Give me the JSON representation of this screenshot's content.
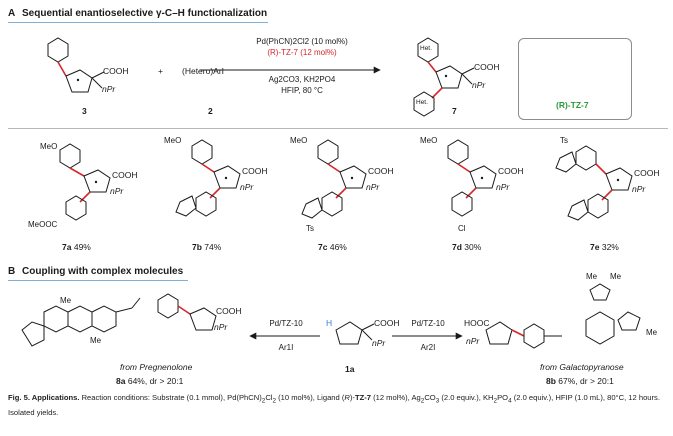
{
  "section_a": {
    "letter": "A",
    "title": "Sequential enantioselective γ-C–H functionalization"
  },
  "section_b": {
    "letter": "B",
    "title": "Coupling with complex molecules"
  },
  "scheme_a": {
    "sm_label": "3",
    "plus": "+",
    "reagent": "(Hetero)ArI",
    "reagent_label": "2",
    "conditions": [
      "Pd(PhCN)2Cl2 (10 mol%)",
      "(R)-TZ-7 (12 mol%)",
      "Ag2CO3, KH2PO4",
      "HFIP, 80 °C"
    ],
    "product_label": "7",
    "ligand_label": "(R)-TZ-7",
    "het_label": "Het.",
    "cooh": "COOH",
    "npr": "nPr"
  },
  "products": [
    {
      "id": "7a",
      "yield": "49%"
    },
    {
      "id": "7b",
      "yield": "74%"
    },
    {
      "id": "7c",
      "yield": "46%"
    },
    {
      "id": "7d",
      "yield": "30%"
    },
    {
      "id": "7e",
      "yield": "32%"
    }
  ],
  "substituents": {
    "meo": "MeO",
    "meooc": "MeOOC",
    "ts": "Ts",
    "cl": "Cl"
  },
  "scheme_b": {
    "center_label": "1a",
    "left_conditions": [
      "Pd/TZ-10",
      "Ar1I"
    ],
    "right_conditions": [
      "Pd/TZ-10",
      "Ar2I"
    ],
    "left_product": {
      "source": "from Pregnenolone",
      "id": "8a",
      "result": "64%, dr > 20:1"
    },
    "right_product": {
      "source": "from Galactopyranose",
      "id": "8b",
      "result": "67%, dr > 20:1"
    },
    "me": "Me",
    "hooc": "HOOC",
    "h": "H"
  },
  "caption": {
    "fig": "Fig. 5. Applications.",
    "text_1": " Reaction conditions: Substrate (0.1 mmol), Pd(PhCN)",
    "text_2": "Cl",
    "text_3": " (10 mol%), Ligand (",
    "r": "R",
    "text_4": ")-",
    "tz7": "TZ-7",
    "text_5": " (12 mol%), Ag",
    "text_6": "CO",
    "text_7": " (2.0 equiv.), KH",
    "text_8": "PO",
    "text_9": " (2.0 equiv.), HFIP (1.0 mL), 80°C, 12 hours. Isolated yields."
  }
}
